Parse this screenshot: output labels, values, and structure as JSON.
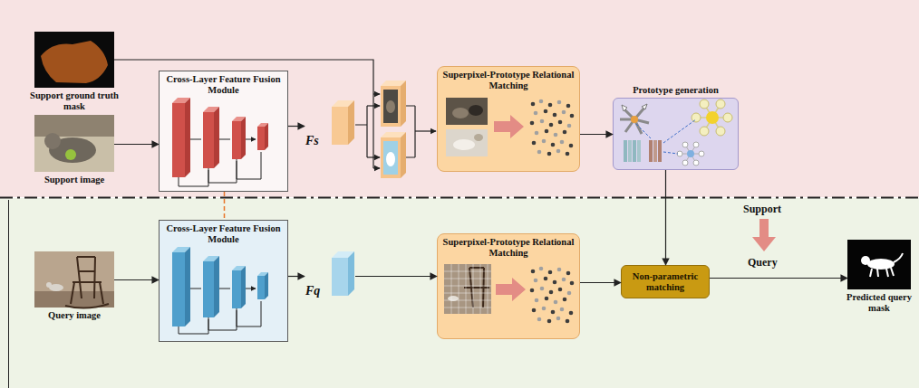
{
  "diagram": {
    "nodes": [
      {
        "text": [
          "Support ground truth mask"
        ]
      },
      {
        "text": [
          "Support image"
        ]
      },
      {
        "text": [
          "Cross-Layer Feature Fusion Module"
        ]
      },
      {
        "text": [
          "Fs"
        ]
      },
      {
        "text": [
          "Superpixel-Prototype Relational Matching"
        ]
      },
      {
        "text": [
          "Prototype generation"
        ]
      },
      {
        "text": [
          "Query image"
        ]
      },
      {
        "text": [
          "Cross-Layer Feature Fusion Module"
        ]
      },
      {
        "text": [
          "Fq"
        ]
      },
      {
        "text": [
          "Superpixel-Prototype Relational Matching"
        ]
      },
      {
        "text": [
          "Non-parametric matching"
        ]
      },
      {
        "text": [
          "Predicted query mask"
        ]
      }
    ],
    "edges": [
      {
        "from": 1,
        "to": 2,
        "arrow": "to"
      },
      {
        "from": 2,
        "to": 3,
        "arrow": "to"
      },
      {
        "from": 4,
        "to": 5,
        "arrow": "to"
      },
      {
        "from": 5,
        "to": 10,
        "arrow": "to"
      },
      {
        "from": 6,
        "to": 7,
        "arrow": "to"
      },
      {
        "from": 7,
        "to": 8,
        "arrow": "to"
      },
      {
        "from": 8,
        "to": 9,
        "arrow": "to"
      },
      {
        "from": 9,
        "to": 10,
        "arrow": "to"
      },
      {
        "from": 10,
        "to": 11,
        "arrow": "to"
      },
      {
        "from": 2,
        "to": 7,
        "arrow": "none"
      }
    ],
    "labels": [
      "Support",
      "Query"
    ]
  }
}
